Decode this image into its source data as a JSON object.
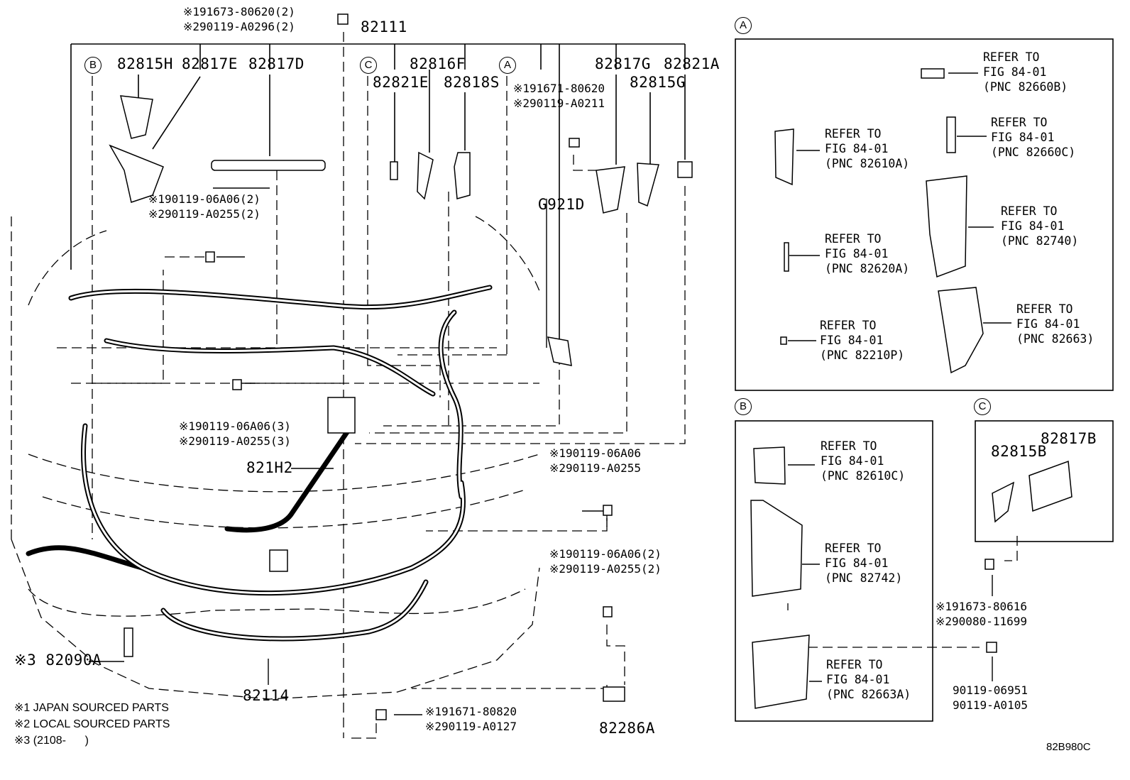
{
  "diagram_code": "82B980C",
  "main": {
    "parts": {
      "p82111": "82111",
      "p82815H": "82815H",
      "p82817E": "82817E",
      "p82817D": "82817D",
      "p82816F": "82816F",
      "p82821E": "82821E",
      "p82818S": "82818S",
      "p82817G": "82817G",
      "p82821A": "82821A",
      "p82815G": "82815G",
      "pG921D": "G921D",
      "p821H2": "821H2",
      "p82090A": "※3 82090A",
      "p82114": "82114",
      "p82286A": "82286A"
    },
    "bolts": {
      "top": "※191673-80620(2)\n※290119-A0296(2)",
      "upper_right": "※191671-80620\n※290119-A0211",
      "left_upper": "※190119-06A06(2)\n※290119-A0255(2)",
      "left_mid": "※190119-06A06(3)\n※290119-A0255(3)",
      "right_mid": "※190119-06A06\n※290119-A0255",
      "right_low": "※190119-06A06(2)\n※290119-A0255(2)",
      "bottom": "※191671-80820\n※290119-A0127"
    },
    "callouts": {
      "A": "A",
      "B": "B",
      "C": "C"
    },
    "notes": [
      "※1 JAPAN SOURCED PARTS",
      "※2 LOCAL SOURCED PARTS",
      "※3 (2108-      )"
    ]
  },
  "panel_a": {
    "tag": "A",
    "refs": [
      "REFER TO\nFIG 84-01\n(PNC 82660B)",
      "REFER TO\nFIG 84-01\n(PNC 82660C)",
      "REFER TO\nFIG 84-01\n(PNC 82610A)",
      "REFER TO\nFIG 84-01\n(PNC 82740)",
      "REFER TO\nFIG 84-01\n(PNC 82620A)",
      "REFER TO\nFIG 84-01\n(PNC 82663)",
      "REFER TO\nFIG 84-01\n(PNC 82210P)"
    ]
  },
  "panel_b": {
    "tag": "B",
    "refs": [
      "REFER TO\nFIG 84-01\n(PNC 82610C)",
      "REFER TO\nFIG 84-01\n(PNC 82742)",
      "REFER TO\nFIG 84-01\n(PNC 82663A)"
    ]
  },
  "panel_c": {
    "tag": "C",
    "parts": {
      "p82815B": "82815B",
      "p82817B": "82817B"
    }
  },
  "right_bolts": {
    "upper": "※191673-80616\n※290080-11699",
    "lower": "90119-06951\n90119-A0105"
  }
}
